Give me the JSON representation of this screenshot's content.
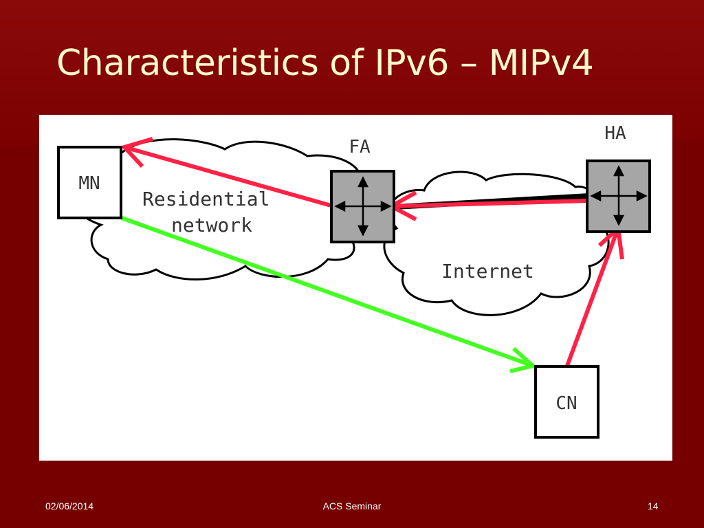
{
  "slide": {
    "title": "Characteristics of IPv6 – MIPv4"
  },
  "diagram": {
    "nodes": {
      "mn": "MN",
      "fa": "FA",
      "ha": "HA",
      "cn": "CN"
    },
    "clouds": {
      "residential_line1": "Residential",
      "residential_line2": "network",
      "internet": "Internet"
    },
    "colors": {
      "red_path": "#ff2244",
      "green_path": "#44ff22",
      "router_fill": "#a6a6a6"
    }
  },
  "footer": {
    "date": "02/06/2014",
    "center": "ACS Seminar",
    "page": "14"
  },
  "theme": {
    "background": "#7a0000",
    "title_color": "#fffccc"
  }
}
